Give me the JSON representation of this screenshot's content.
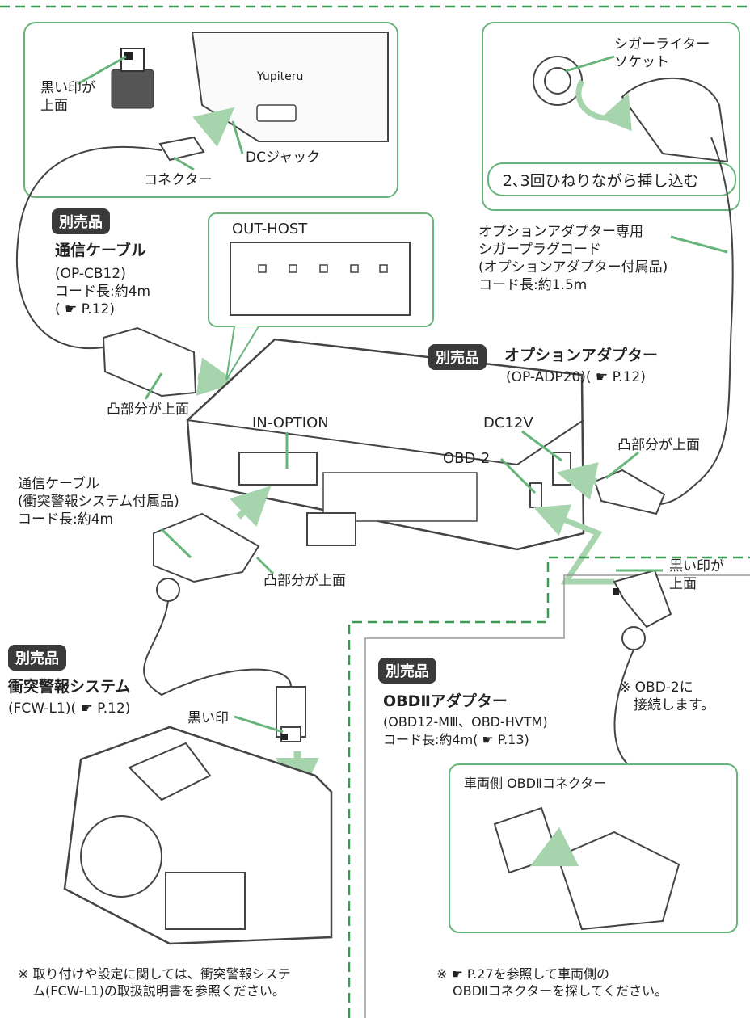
{
  "colors": {
    "accent_green": "#67b57a",
    "arrow_green": "#a6d4ad",
    "dash_green": "#3c9a55"
  },
  "top_left_box": {
    "mark_label": [
      "黒い印が",
      "上面"
    ],
    "connector": "コネクター",
    "dc_jack": "DCジャック",
    "brand": "Yupiteru"
  },
  "cigar_box": {
    "socket_label": [
      "シガーライター",
      "ソケット"
    ],
    "twist_instruction": "2､3回ひねりながら挿し込む"
  },
  "comm_cable": {
    "badge": "別売品",
    "name": "通信ケーブル",
    "model": "(OP-CB12)",
    "length": "コード長:約4m",
    "ref": "( ☛ P.12)",
    "top_note": "凸部分が上面"
  },
  "out_host": {
    "label": "OUT-HOST"
  },
  "plug_cord": {
    "lines": [
      "オプションアダプター専用",
      "シガープラグコード",
      "(オプションアダプター付属品)",
      "コード長:約1.5m"
    ]
  },
  "option_adapter": {
    "badge": "別売品",
    "name": "オプションアダプター",
    "model_ref": "(OP-ADP20)( ☛ P.12)",
    "port_in": "IN-OPTION",
    "port_dc": "DC12V",
    "port_obd": "OBD-2",
    "dc_top_note": "凸部分が上面"
  },
  "fcw_cable": {
    "lines": [
      "通信ケーブル",
      "(衝突警報システム付属品)",
      "コード長:約4m"
    ],
    "top_note": "凸部分が上面"
  },
  "fcw": {
    "badge": "別売品",
    "name": "衝突警報システム",
    "model_ref": "(FCW-L1)( ☛ P.12)",
    "mark": "黒い印",
    "note": [
      "※ 取り付けや設定に関しては、衝突警報システ",
      "ム(FCW-L1)の取扱説明書を参照ください。"
    ]
  },
  "obd": {
    "badge": "別売品",
    "name": "OBDⅡアダプター",
    "models": "(OBD12-MⅢ、OBD-HVTM)",
    "length_ref": "コード長:約4m( ☛ P.13)",
    "mark_label": [
      "黒い印が",
      "上面"
    ],
    "connect_note": [
      "※ OBD-2に",
      "接続します。"
    ],
    "vehicle_connector": "車両側 OBDⅡコネクター",
    "find_note": [
      "※ ☛ P.27を参照して車両側の",
      "OBDⅡコネクターを探してください。"
    ]
  }
}
